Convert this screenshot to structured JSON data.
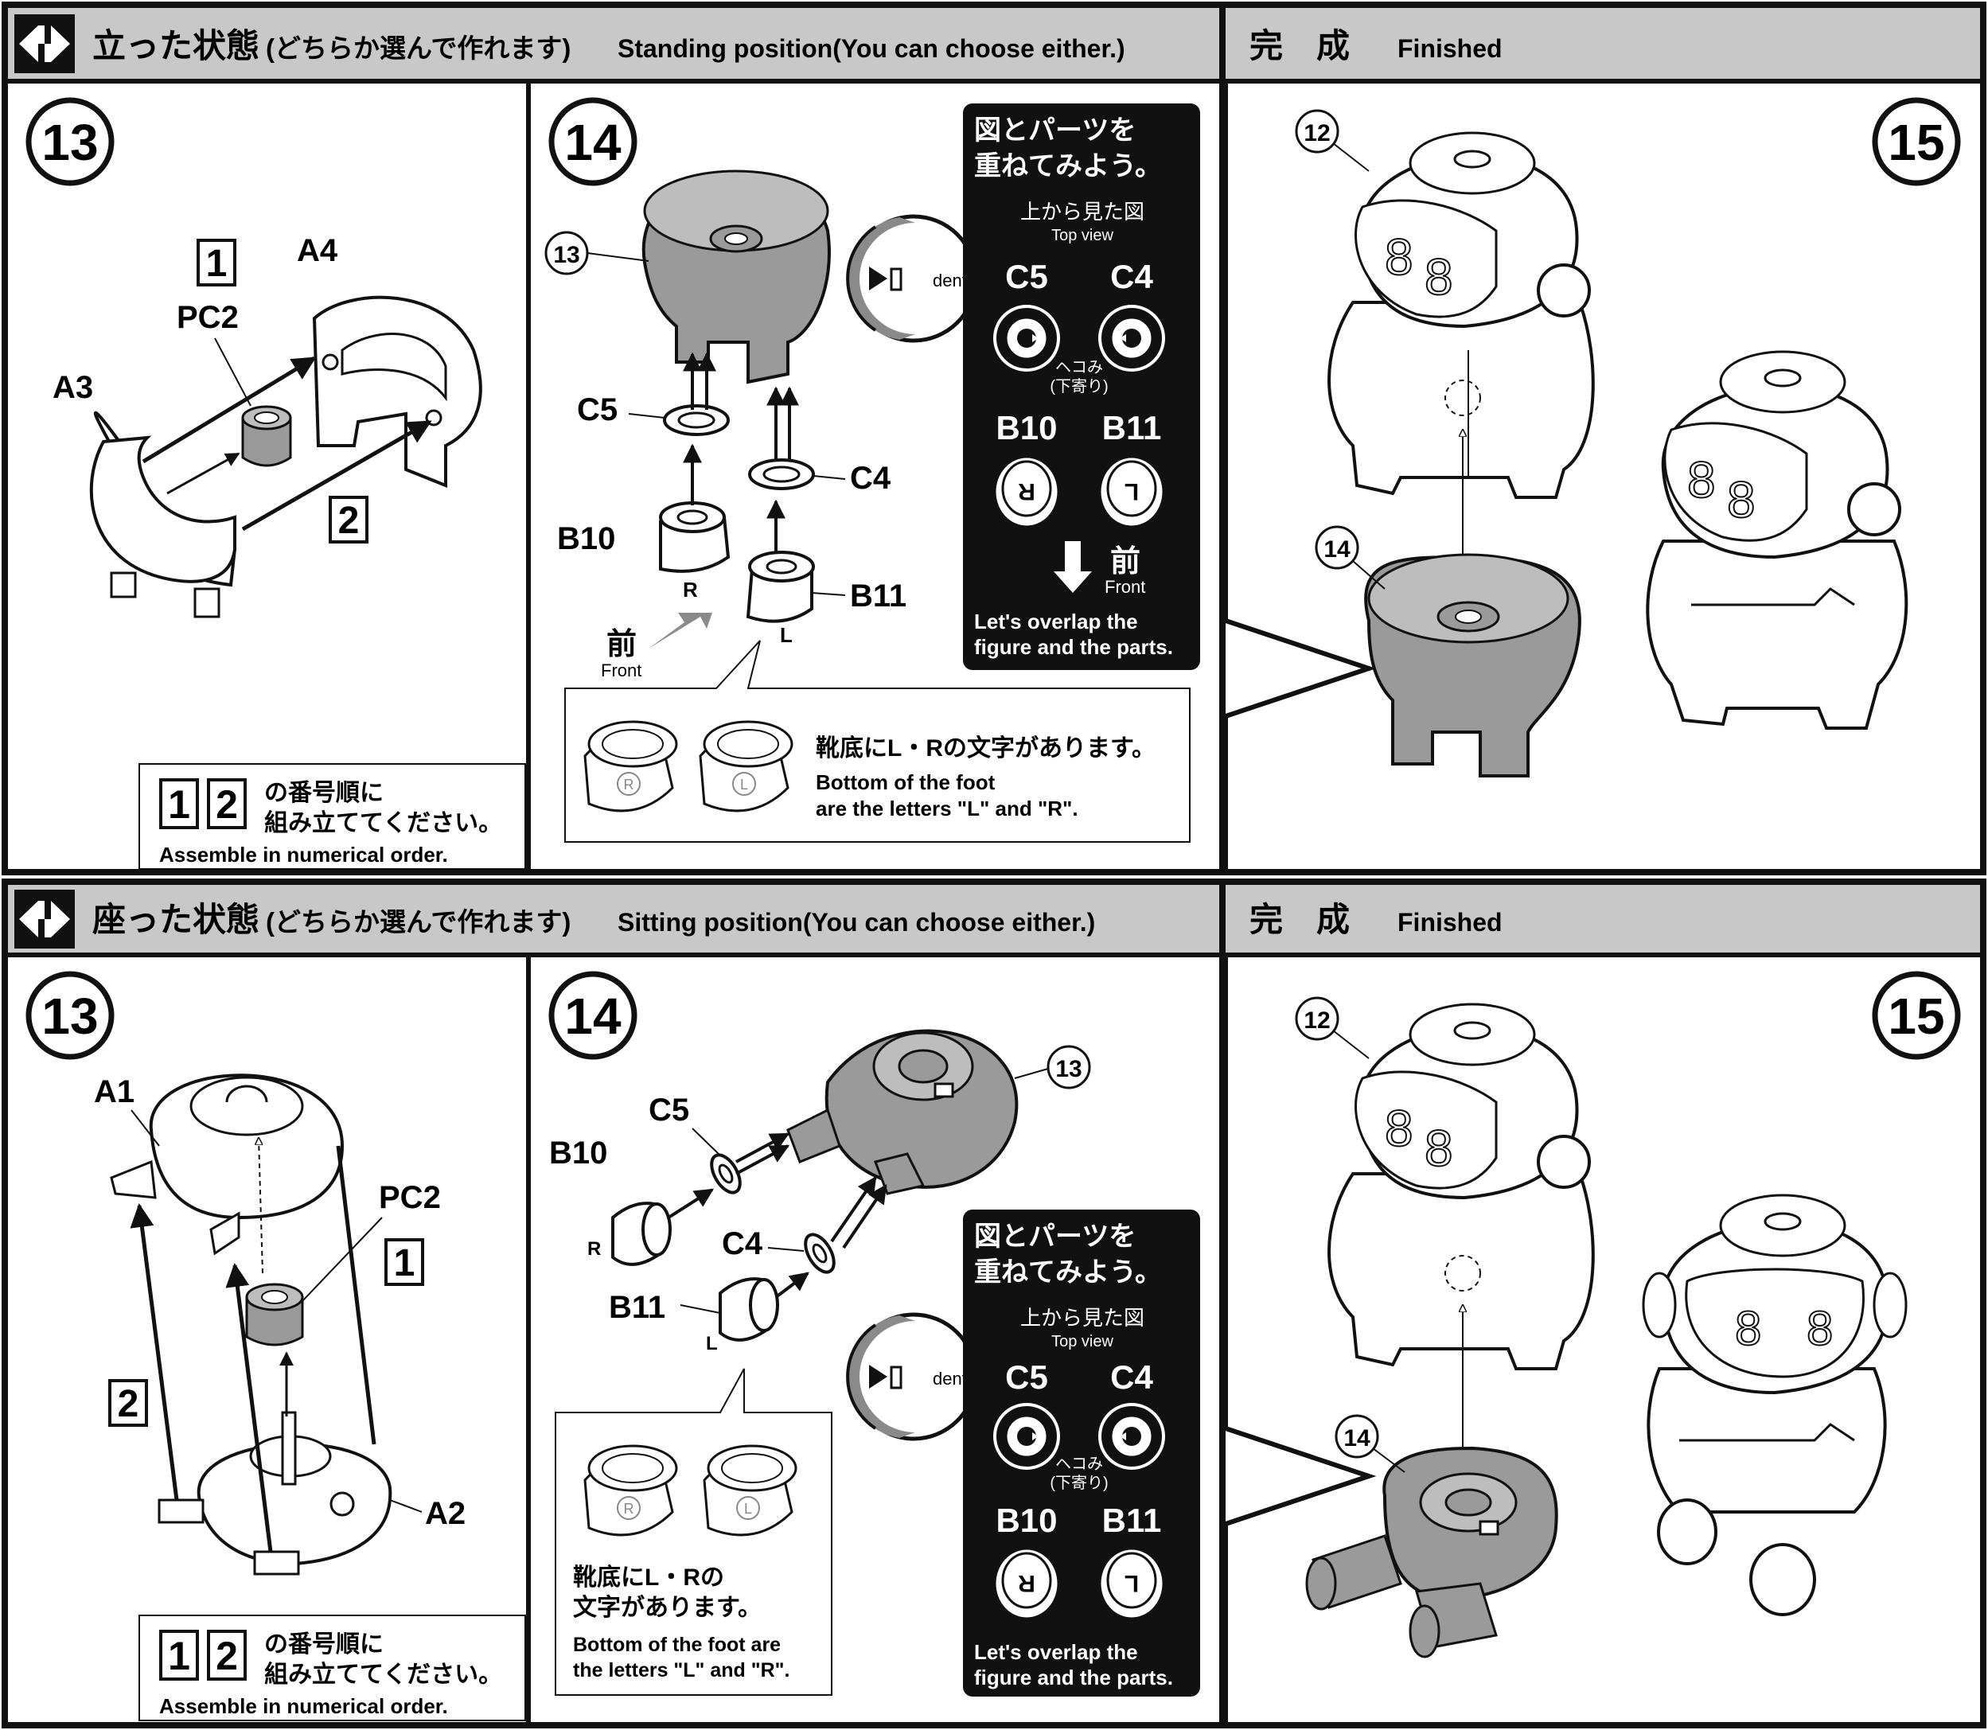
{
  "standing": {
    "header_jp_main": "立った状態",
    "header_jp_sub": "(どちらか選んで作れます)",
    "header_en": "Standing position(You can choose either.)",
    "finished_jp": "完　成",
    "finished_en": "Finished",
    "step13": {
      "num": "13",
      "labels": {
        "a3": "A3",
        "a4": "A4",
        "pc2": "PC2",
        "n1": "1",
        "n2": "2"
      },
      "order_num_1": "1",
      "order_num_2": "2",
      "order_jp_1": "の番号順に",
      "order_jp_2": "組み立ててください。",
      "order_en": "Assemble in numerical order."
    },
    "step14": {
      "num": "14",
      "labels": {
        "ref13": "13",
        "c5": "C5",
        "c4": "C4",
        "b10": "B10",
        "b11": "B11",
        "r": "R",
        "l": "L"
      },
      "front_jp": "前",
      "front_en": "Front",
      "callout_jp": "靴底にL・Rの文字があります。",
      "callout_en_1": "Bottom of the foot",
      "callout_en_2": "are the letters \"L\" and \"R\".",
      "zoom_label": "dent",
      "overlap": {
        "title_1": "図とパーツを",
        "title_2": "重ねてみよう。",
        "topview_jp": "上から見た図",
        "topview_en": "Top view",
        "c5": "C5",
        "c4": "C4",
        "dent_jp_1": "ヘコみ",
        "dent_jp_2": "(下寄り)",
        "b10": "B10",
        "b11": "B11",
        "r": "R",
        "l": "L",
        "front_jp": "前",
        "front_en": "Front",
        "en_1": "Let's overlap the",
        "en_2": "figure and the parts."
      }
    },
    "step15": {
      "num": "15",
      "ref12": "12",
      "ref14": "14"
    }
  },
  "sitting": {
    "header_jp_main": "座った状態",
    "header_jp_sub": "(どちらか選んで作れます)",
    "header_en": "Sitting position(You can choose either.)",
    "finished_jp": "完　成",
    "finished_en": "Finished",
    "step13": {
      "num": "13",
      "labels": {
        "a1": "A1",
        "a2": "A2",
        "pc2": "PC2",
        "n1": "1",
        "n2": "2"
      },
      "order_num_1": "1",
      "order_num_2": "2",
      "order_jp_1": "の番号順に",
      "order_jp_2": "組み立ててください。",
      "order_en": "Assemble in numerical order."
    },
    "step14": {
      "num": "14",
      "labels": {
        "ref13": "13",
        "c5": "C5",
        "c4": "C4",
        "b10": "B10",
        "b11": "B11",
        "r": "R",
        "l": "L"
      },
      "callout_jp_1": "靴底にL・Rの",
      "callout_jp_2": "文字があります。",
      "callout_en_1": "Bottom of the foot are",
      "callout_en_2": "the letters \"L\" and \"R\".",
      "zoom_label": "dent",
      "overlap": {
        "title_1": "図とパーツを",
        "title_2": "重ねてみよう。",
        "topview_jp": "上から見た図",
        "topview_en": "Top view",
        "c5": "C5",
        "c4": "C4",
        "dent_jp_1": "ヘコみ",
        "dent_jp_2": "(下寄り)",
        "b10": "B10",
        "b11": "B11",
        "r": "R",
        "l": "L",
        "en_1": "Let's overlap the",
        "en_2": "figure and the parts."
      }
    },
    "step15": {
      "num": "15",
      "ref12": "12",
      "ref14": "14"
    }
  }
}
